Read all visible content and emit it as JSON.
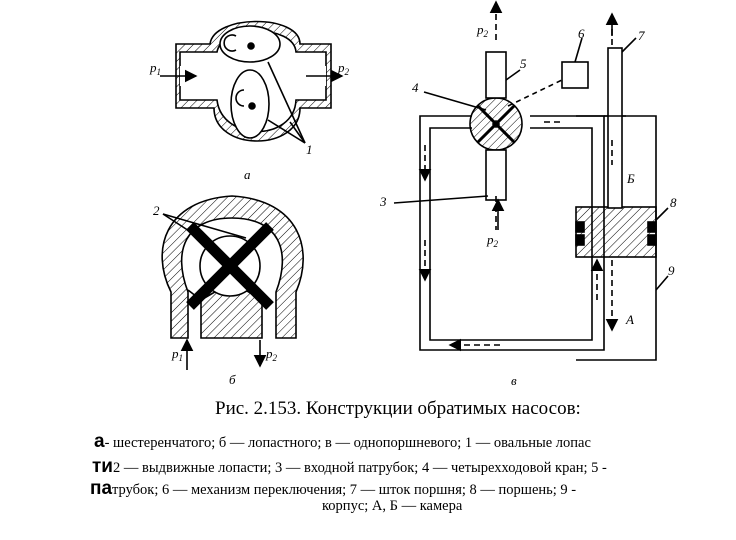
{
  "figure": {
    "a": {
      "p_in": "p",
      "p_in_sub": "1",
      "p_out": "p",
      "p_out_sub": "2",
      "callout": "1",
      "sublabel": "а"
    },
    "b": {
      "callout": "2",
      "p_in": "p",
      "p_in_sub": "1",
      "p_out": "p",
      "p_out_sub": "2",
      "sublabel": "б"
    },
    "v": {
      "p_top": "p",
      "p_top_sub": "2",
      "p_bottom": "p",
      "p_bottom_sub": "2",
      "n3": "3",
      "n4": "4",
      "n5": "5",
      "n6": "6",
      "n7": "7",
      "n8": "8",
      "n9": "9",
      "chamber_B": "Б",
      "chamber_A": "А",
      "sublabel": "в"
    }
  },
  "caption": {
    "title": "Рис. 2.153. Конструкции обратимых насосов:",
    "line1_lead": "а",
    "line1_text": "- шестеренчатого; б — лопастного; в — однопоршневого; 1 — овальные лопас",
    "line2_lead": "ти",
    "line2_text": "2 — выдвижные лопасти; 3 — входной патрубок; 4 — четырехходовой кран; 5 -",
    "line3_lead": "па",
    "line3_text": "трубок; 6 — механизм переключения; 7 — шток поршня; 8 — поршень; 9 -",
    "line4_text": "корпус; А, Б — камера"
  }
}
